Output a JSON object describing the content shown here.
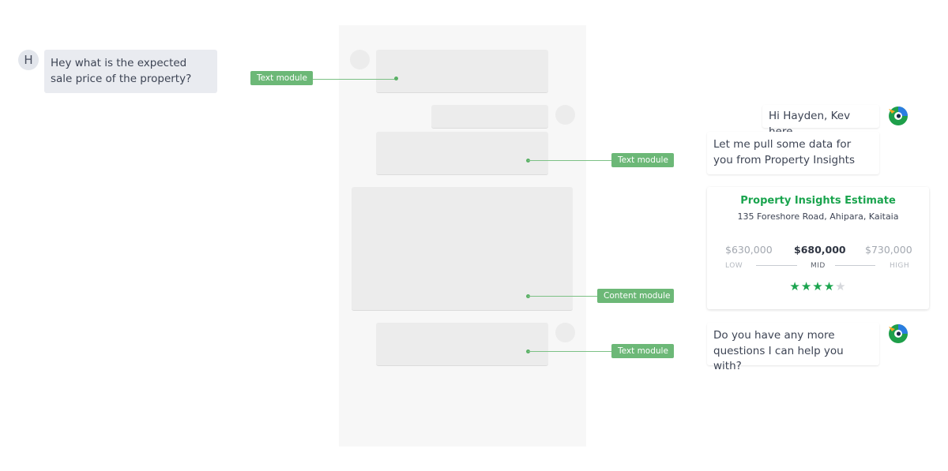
{
  "user": {
    "avatar_letter": "H",
    "message": "Hey what is the expected sale price of the property?"
  },
  "annotations": {
    "text_module_1": "Text module",
    "text_module_2": "Text module",
    "content_module": "Content module",
    "text_module_3": "Text module",
    "accent_color": "#6cb877"
  },
  "bot": {
    "greeting": "Hi Hayden, Kev here.",
    "intro": "Let me pull some data for you from Property Insights",
    "followup": "Do you have any more questions I can help you with?",
    "avatar_icon": "bot-bird-icon"
  },
  "estimate_card": {
    "title": "Property Insights Estimate",
    "address": "135 Foreshore Road, Ahipara, Kaitaia",
    "low_price": "$630,000",
    "mid_price": "$680,000",
    "high_price": "$730,000",
    "low_label": "LOW",
    "mid_label": "MID",
    "high_label": "HIGH",
    "rating": 4,
    "rating_max": 5,
    "accent_color": "#1aa44e"
  }
}
